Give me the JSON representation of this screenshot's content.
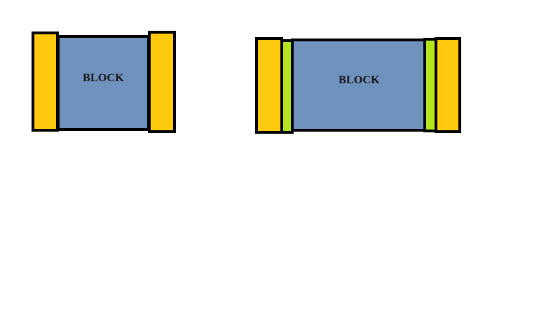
{
  "colors": {
    "yellow": "#FFC90E",
    "blue": "#7092BE",
    "green": "#B5E61D",
    "outline": "#000000",
    "background": "#FFFFFF"
  },
  "diagrams": [
    {
      "id": "left",
      "block_label": "BLOCK",
      "parts": [
        "yellow-end-cap",
        "block",
        "yellow-end-cap"
      ]
    },
    {
      "id": "right",
      "block_label": "BLOCK",
      "parts": [
        "yellow-end-cap",
        "green-spacer",
        "block",
        "green-spacer",
        "yellow-end-cap"
      ]
    }
  ]
}
